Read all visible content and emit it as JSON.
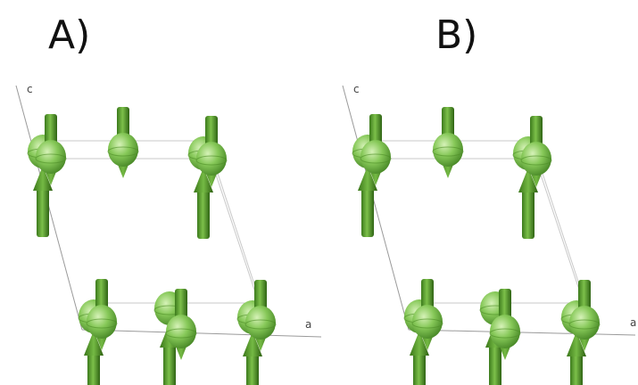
{
  "panels": [
    {
      "label": "A)",
      "axis_c": "c",
      "axis_a": "a",
      "spin_color": "#5a9e2e",
      "spins": [
        {
          "id": "top-1",
          "dir": "up",
          "double": true
        },
        {
          "id": "top-2",
          "dir": "down",
          "double": false
        },
        {
          "id": "top-3",
          "dir": "up",
          "double": true
        },
        {
          "id": "bottom-1",
          "dir": "up",
          "double": true
        },
        {
          "id": "bottom-2",
          "dir": "up",
          "double": false
        },
        {
          "id": "bottom-3",
          "dir": "down",
          "double": false
        },
        {
          "id": "bottom-4",
          "dir": "up",
          "double": true
        }
      ]
    },
    {
      "label": "B)",
      "axis_c": "c",
      "axis_a": "a",
      "spin_color": "#5a9e2e",
      "spins": [
        {
          "id": "top-1",
          "dir": "up",
          "double": true
        },
        {
          "id": "top-2",
          "dir": "down",
          "double": false
        },
        {
          "id": "top-3",
          "dir": "up",
          "double": true
        },
        {
          "id": "bottom-1",
          "dir": "up",
          "double": true
        },
        {
          "id": "bottom-2",
          "dir": "up",
          "double": false
        },
        {
          "id": "bottom-3",
          "dir": "down",
          "double": false
        },
        {
          "id": "bottom-4",
          "dir": "up",
          "double": true
        }
      ]
    }
  ]
}
